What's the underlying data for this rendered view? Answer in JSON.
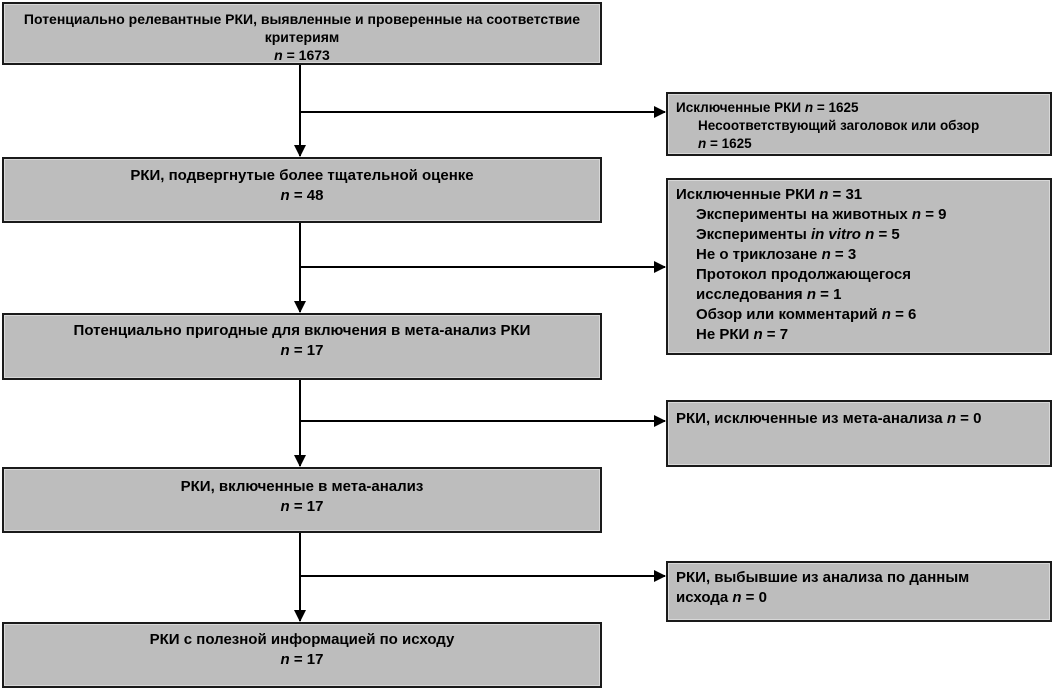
{
  "flow": {
    "boxes": [
      {
        "lines": [
          {
            "text": "Потенциально релевантные РКИ, выявленные и проверенные на соответствие"
          },
          {
            "text": "критериям"
          },
          {
            "n_label": "n",
            "value": " = 1673"
          }
        ]
      },
      {
        "lines": [
          {
            "text": "РКИ, подвергнутые более тщательной оценке"
          },
          {
            "n_label": "n",
            "value": " = 48"
          }
        ]
      },
      {
        "lines": [
          {
            "text": "Потенциально пригодные для включения в мета-анализ РКИ"
          },
          {
            "n_label": "n",
            "value": " = 17"
          }
        ]
      },
      {
        "lines": [
          {
            "text": "РКИ, включенные в мета-анализ"
          },
          {
            "n_label": "n",
            "value": " = 17"
          }
        ]
      },
      {
        "lines": [
          {
            "text": "РКИ с полезной информацией по исходу"
          },
          {
            "n_label": "n",
            "value": " = 17"
          }
        ]
      }
    ],
    "exclusions": [
      {
        "lines": [
          {
            "text": "Исключенные РКИ ",
            "n_label": "n",
            "value": " = 1625"
          },
          {
            "text": "Несоответствующий заголовок или обзор",
            "sub": true
          },
          {
            "n_label": "n",
            "value": " = 1625",
            "sub": true
          }
        ]
      },
      {
        "lines": [
          {
            "text": "Исключенные РКИ ",
            "n_label": "n",
            "value": " = 31"
          },
          {
            "text": "Эксперименты на животных ",
            "n_label": "n",
            "value": " = 9",
            "sub": true
          },
          {
            "text": "Эксперименты ",
            "italic": "in vitro",
            "n_label": "n",
            "value": " = 5",
            "sub": true
          },
          {
            "text": "Не о триклозане ",
            "n_label": "n",
            "value": " = 3",
            "sub": true
          },
          {
            "text": "Протокол продолжающегося",
            "sub": true
          },
          {
            "text": "исследования ",
            "n_label": "n",
            "value": " = 1",
            "sub": true
          },
          {
            "text": "Обзор или комментарий ",
            "n_label": "n",
            "value": " = 6",
            "sub": true
          },
          {
            "text": "Не РКИ ",
            "n_label": "n",
            "value": " = 7",
            "sub": true
          }
        ]
      },
      {
        "lines": [
          {
            "text": "РКИ, исключенные из мета-анализа ",
            "n_label": "n",
            "value": " = 0"
          }
        ]
      },
      {
        "lines": [
          {
            "text": "РКИ, выбывшие из анализа по данным"
          },
          {
            "text": "исхода ",
            "n_label": "n",
            "value": " = 0"
          }
        ]
      }
    ]
  },
  "colors": {
    "box_fill": "#bdbdbd",
    "border": "#1a1a1a",
    "line": "#000000"
  }
}
